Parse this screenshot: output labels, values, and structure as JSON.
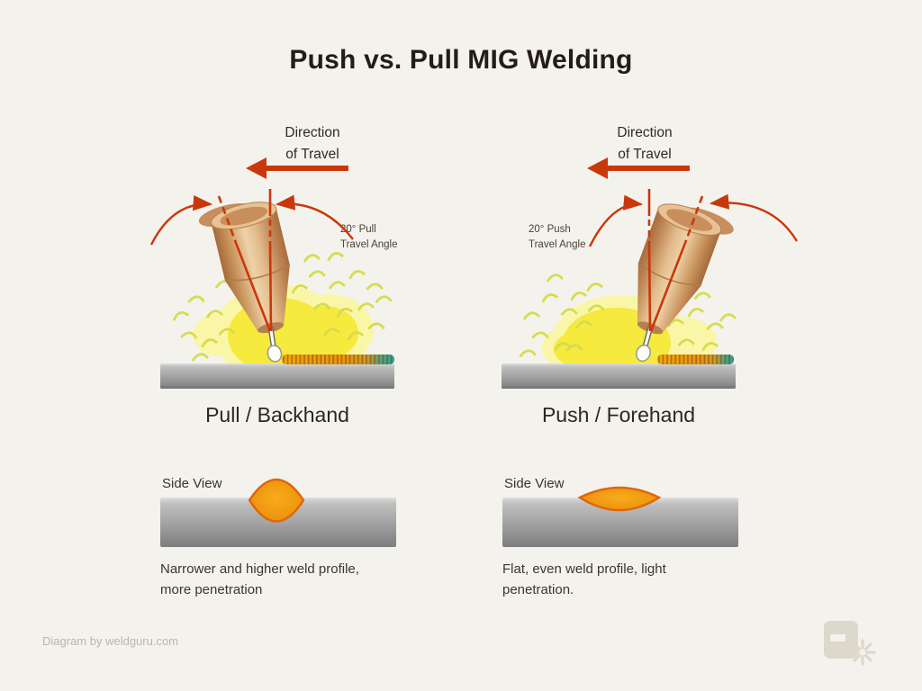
{
  "title": "Push vs. Pull MIG Welding",
  "panels": [
    {
      "caption": "Pull / Backhand",
      "direction_label": "Direction\nof Travel",
      "angle_label": "20° Pull\nTravel Angle",
      "side_view_label": "Side View",
      "description": "Narrower and higher weld profile,\nmore penetration"
    },
    {
      "caption": "Push / Forehand",
      "direction_label": "Direction\nof Travel",
      "angle_label": "20° Push\nTravel Angle",
      "side_view_label": "Side View",
      "description": "Flat, even weld profile, light\npenetration."
    }
  ],
  "footer": {
    "credit": "Diagram by weldguru.com"
  },
  "colors": {
    "background": "#f4f2ec",
    "accent_red": "#c9380c",
    "glow_yellow": "#f5ea3d",
    "spark_green": "#d7dc4e",
    "bead_orange": "#ee9410",
    "bead_teal": "#2f9d93",
    "plate_gray": "#a0a0a0",
    "torch_copper": "#d9a873",
    "title_text": "#241d15"
  },
  "icons": {
    "direction_arrow": "left-arrow",
    "watermark": "welding-helmet-with-sparks"
  }
}
